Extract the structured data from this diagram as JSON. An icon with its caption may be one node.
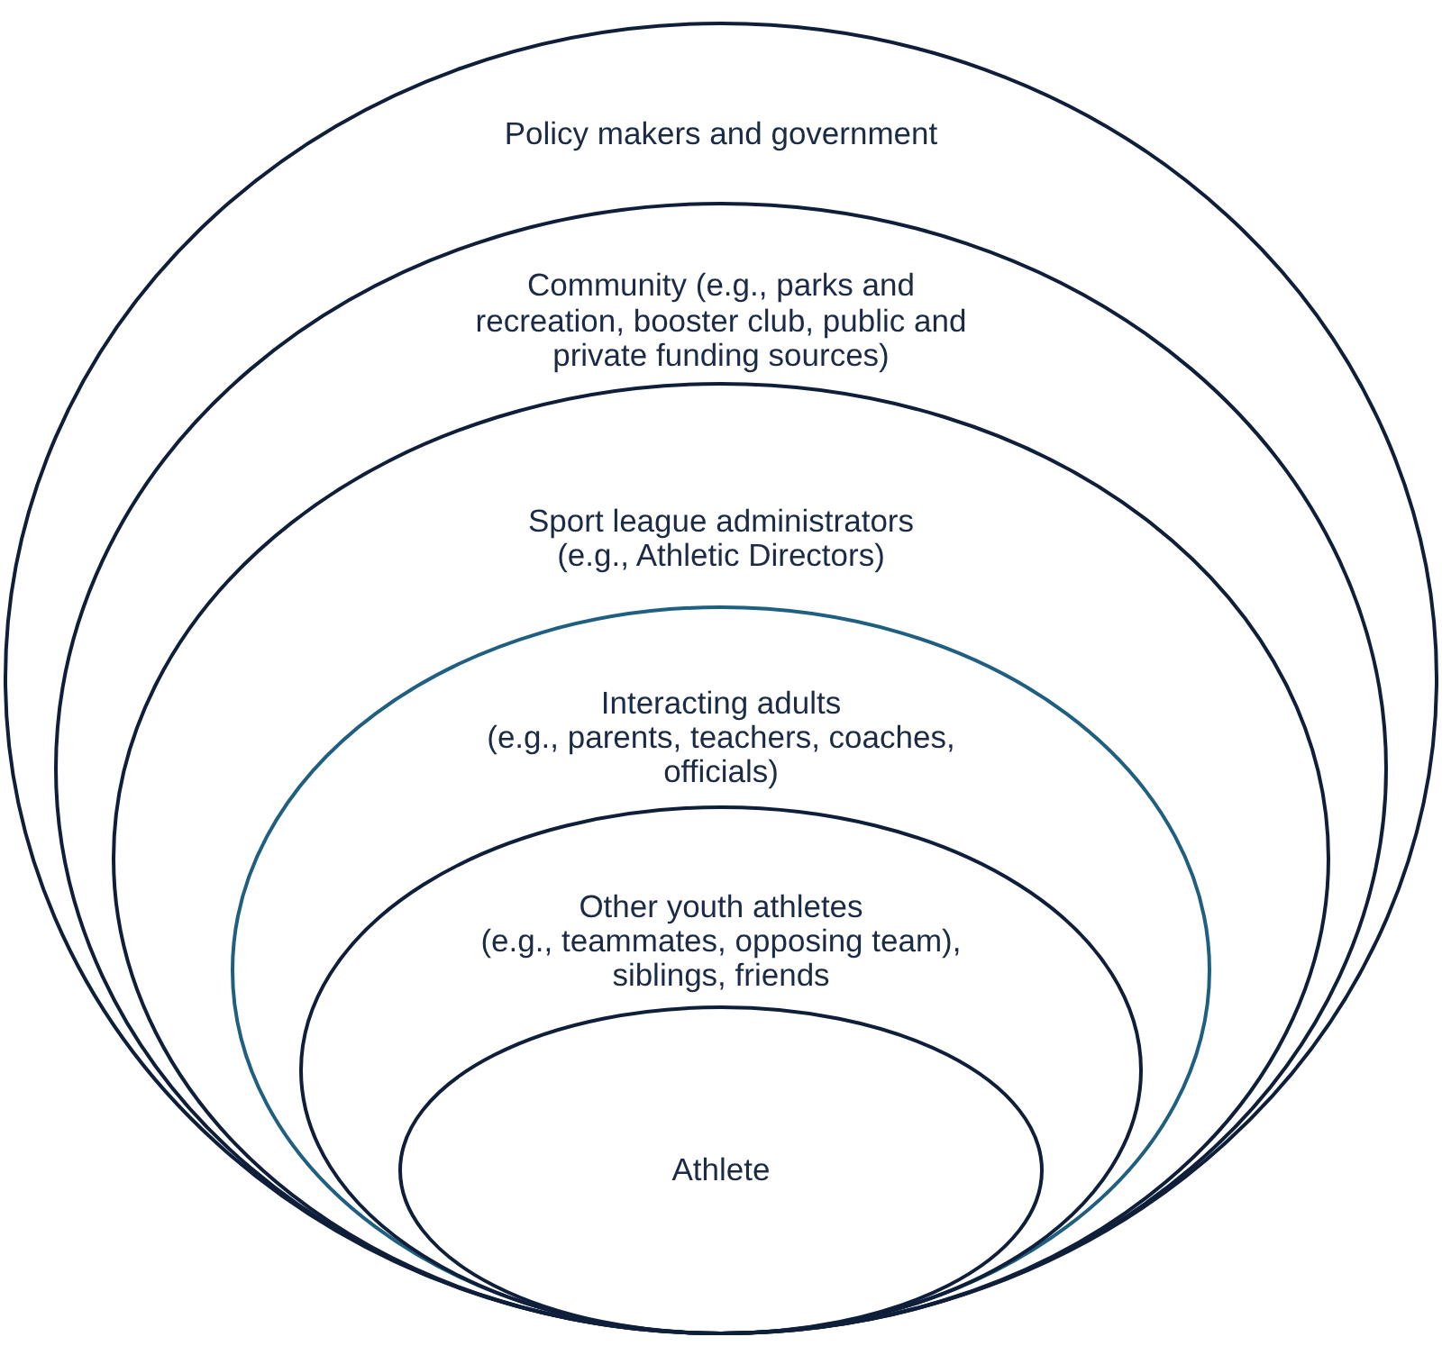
{
  "diagram": {
    "nodes": [
      {
        "text": [
          "Policy makers and government"
        ]
      },
      {
        "text": [
          "Community (e.g., parks and recreation, booster club, public and private funding sources)"
        ],
        "in": 0
      },
      {
        "text": [
          "Sport league administrators",
          "(e.g., Athletic Directors)"
        ],
        "in": 1
      },
      {
        "text": [
          "Interacting adults",
          "(e.g., parents, teachers, coaches, officials)"
        ],
        "in": 2
      },
      {
        "text": [
          "Other youth athletes",
          "(e.g., teammates, opposing team), siblings, friends"
        ],
        "in": 3
      },
      {
        "text": [
          "Athlete"
        ],
        "in": 4
      }
    ]
  }
}
